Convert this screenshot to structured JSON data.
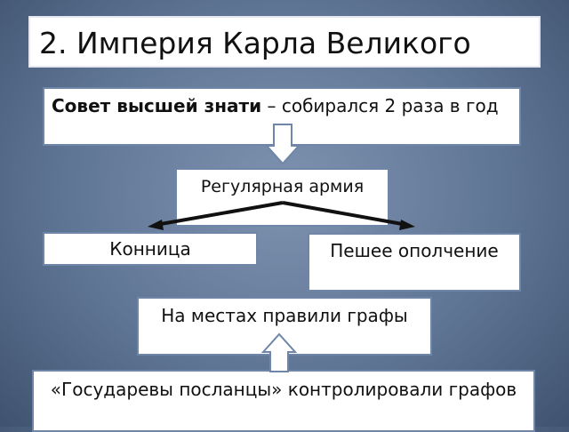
{
  "slide": {
    "title": "2. Империя Карла Великого",
    "council": {
      "bold": "Совет высшей знати",
      "rest": " – собирался 2 раза в год"
    },
    "army": "Регулярная армия",
    "cavalry": "Конница",
    "infantry": "Пешее ополчение",
    "counts": "На местах правили графы",
    "envoys": "«Государевы посланцы» контролировали графов"
  },
  "colors": {
    "background": "#6b7f9d",
    "box_border": "#6f86a8",
    "arrow_fill": "#ffffff",
    "arrow_stroke": "#6f86a8",
    "line": "#111111"
  }
}
